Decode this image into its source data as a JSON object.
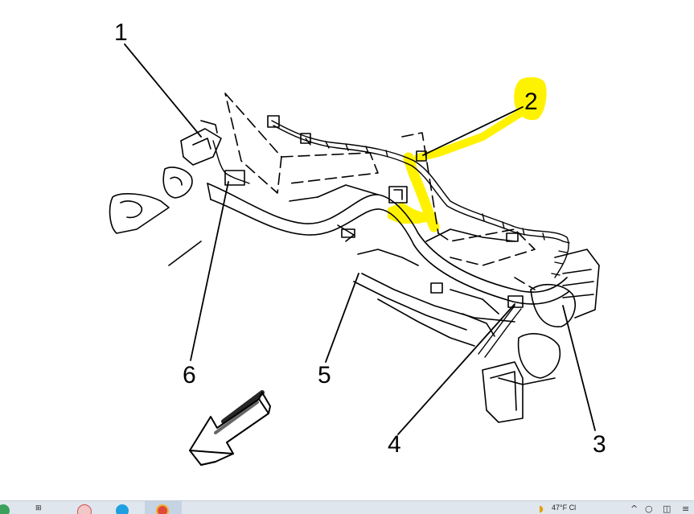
{
  "diagram": {
    "callouts": [
      "1",
      "2",
      "3",
      "4",
      "5",
      "6"
    ],
    "highlight_color": "#fff200",
    "line_color": "#000000",
    "arrow_icon": "front-direction-arrow-icon"
  },
  "taskbar": {
    "weather_text": "47°F  Cl",
    "icons": [
      "start-icon",
      "task-view-icon",
      "app-icon",
      "skype-icon",
      "chrome-icon"
    ]
  }
}
